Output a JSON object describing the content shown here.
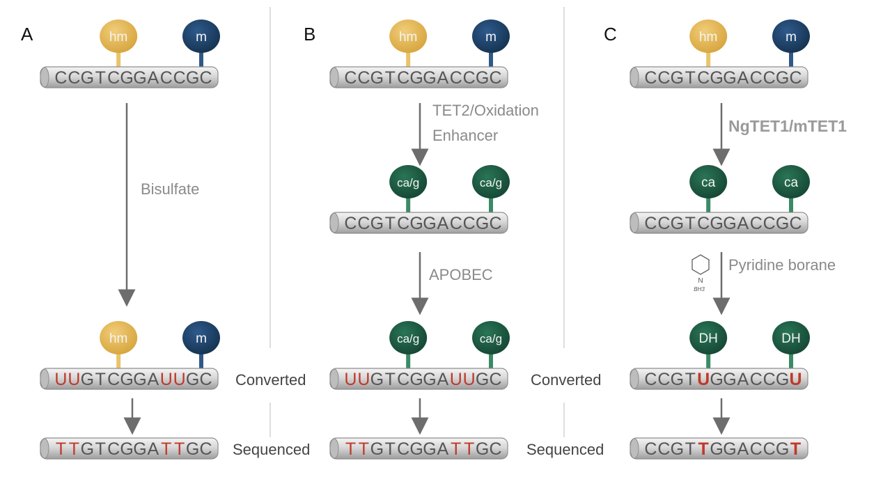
{
  "panels": [
    {
      "label": "A",
      "states": [
        {
          "marks": [
            {
              "text": "hm",
              "kind": "gold"
            },
            {
              "text": "m",
              "kind": "blue"
            }
          ],
          "seq": "CCGTCGGACCGC",
          "red": []
        },
        {
          "marks": [
            {
              "text": "hm",
              "kind": "gold"
            },
            {
              "text": "m",
              "kind": "blue"
            }
          ],
          "seq": "UUGTCGGAUUGC",
          "red": [
            0,
            1,
            8,
            9
          ]
        },
        {
          "marks": [],
          "seq": "TTGTCGGATTGC",
          "red": [
            0,
            1,
            8,
            9
          ]
        }
      ],
      "steps": [
        {
          "lines": [
            "Bisulfate"
          ],
          "bold": false
        }
      ]
    },
    {
      "label": "B",
      "states": [
        {
          "marks": [
            {
              "text": "hm",
              "kind": "gold"
            },
            {
              "text": "m",
              "kind": "blue"
            }
          ],
          "seq": "CCGTCGGACCGC",
          "red": []
        },
        {
          "marks": [
            {
              "text": "ca/g",
              "kind": "green"
            },
            {
              "text": "ca/g",
              "kind": "green"
            }
          ],
          "seq": "CCGTCGGACCGC",
          "red": []
        },
        {
          "marks": [
            {
              "text": "ca/g",
              "kind": "green"
            },
            {
              "text": "ca/g",
              "kind": "green"
            }
          ],
          "seq": "UUGTCGGAUUGC",
          "red": [
            0,
            1,
            8,
            9
          ]
        },
        {
          "marks": [],
          "seq": "TTGTCGGATTGC",
          "red": [
            0,
            1,
            8,
            9
          ]
        }
      ],
      "steps": [
        {
          "lines": [
            "TET2/Oxidation",
            "Enhancer"
          ],
          "bold": false
        },
        {
          "lines": [
            "APOBEC"
          ],
          "bold": false
        }
      ]
    },
    {
      "label": "C",
      "states": [
        {
          "marks": [
            {
              "text": "hm",
              "kind": "gold"
            },
            {
              "text": "m",
              "kind": "blue"
            }
          ],
          "seq": "CCGTCGGACCGC",
          "red": []
        },
        {
          "marks": [
            {
              "text": "ca",
              "kind": "green"
            },
            {
              "text": "ca",
              "kind": "green"
            }
          ],
          "seq": "CCGTCGGACCGC",
          "red": []
        },
        {
          "marks": [
            {
              "text": "DH",
              "kind": "green"
            },
            {
              "text": "DH",
              "kind": "green"
            }
          ],
          "seq": "CCGTUGGACCGU",
          "red": [
            4,
            11
          ],
          "bold_red": true
        },
        {
          "marks": [],
          "seq": "CCGTTGGACCGT",
          "red": [
            4,
            11
          ],
          "bold_red": true
        }
      ],
      "steps": [
        {
          "lines": [
            "NgTET1/mTET1"
          ],
          "bold": true
        },
        {
          "lines": [
            "Pyridine borane"
          ],
          "bold": false
        }
      ],
      "reagent_icon": "pyridine-borane-structure",
      "reagent_icon_text": [
        "N",
        "BH3"
      ]
    }
  ],
  "row_labels": {
    "converted": "Converted",
    "sequenced": "Sequenced"
  },
  "colors": {
    "gold": "#e2b04a",
    "gold_stem": "#e9c46a",
    "blue": "#1e3f68",
    "blue_stem": "#2f5986",
    "green": "#1d5c43",
    "green_stem": "#3a8a66",
    "red": "#c0392b",
    "text_gray": "#8a8a8a",
    "arrow": "#6d6d6d",
    "divider": "#cfcfcf"
  }
}
